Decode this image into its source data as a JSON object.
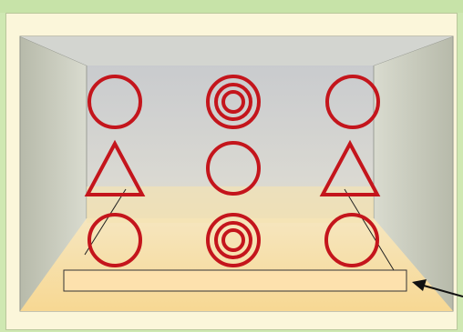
{
  "page": {
    "title": "",
    "colors": {
      "background": "#cfe8b2",
      "panel": "#fbf6da",
      "room_back": "#c8cacc",
      "room_side": "#c9cbbd",
      "floor_glow": "#f7dca0",
      "platform": "#fde3b0",
      "shape_stroke": "#c4151c",
      "arrow": "#111111"
    }
  },
  "diagram": {
    "grid": [
      [
        "circle",
        "triple-ring",
        "circle"
      ],
      [
        "triangle",
        "circle",
        "triangle"
      ],
      [
        "circle",
        "triple-ring",
        "circle"
      ]
    ]
  }
}
